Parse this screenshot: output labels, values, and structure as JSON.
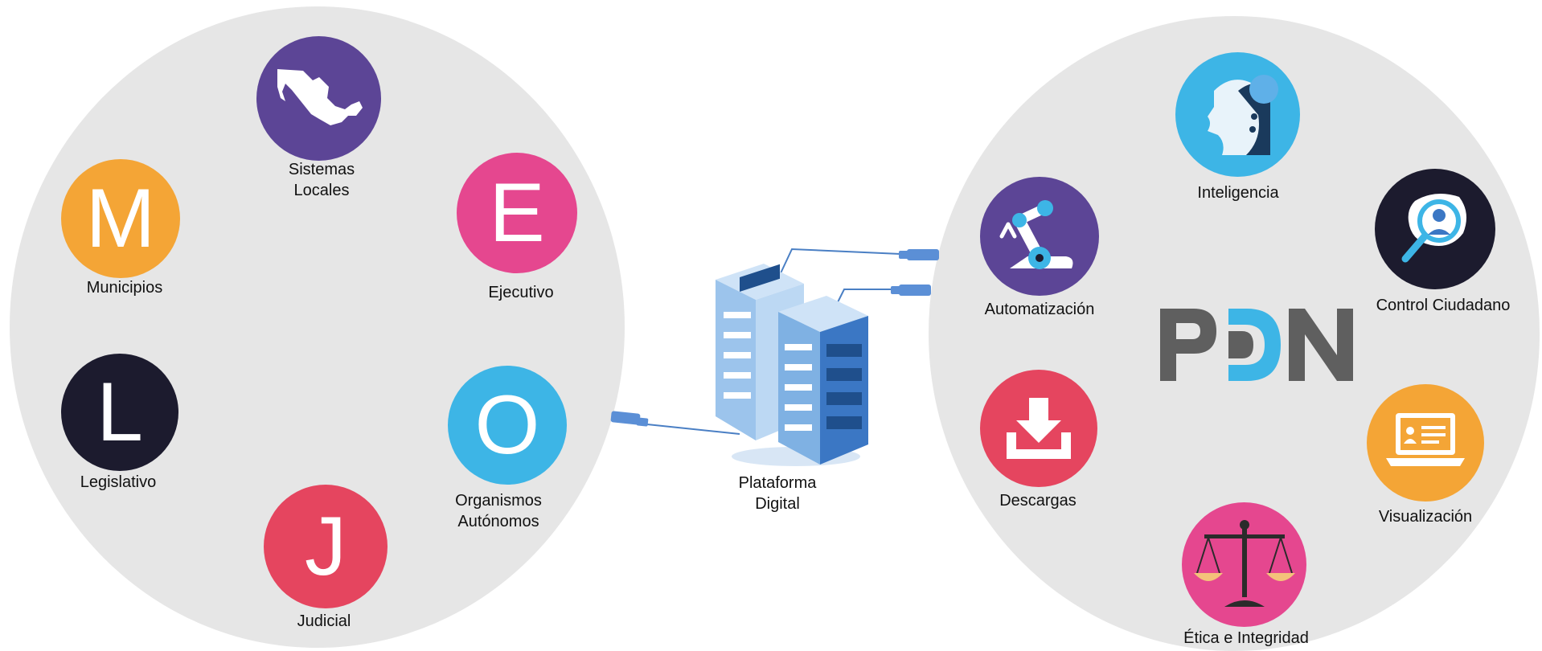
{
  "left_group": {
    "nodes": [
      {
        "id": "sistemas-locales",
        "label": "Sistemas\nLocales",
        "color": "#5c4596",
        "icon": "mexico-map-icon"
      },
      {
        "id": "municipios",
        "letter": "M",
        "label": "Municipios",
        "color": "#f4a536"
      },
      {
        "id": "ejecutivo",
        "letter": "E",
        "label": "Ejecutivo",
        "color": "#e5478f"
      },
      {
        "id": "legislativo",
        "letter": "L",
        "label": "Legislativo",
        "color": "#1c1b2e"
      },
      {
        "id": "organismos",
        "letter": "O",
        "label": "Organismos\nAutónomos",
        "color": "#3db5e6"
      },
      {
        "id": "judicial",
        "letter": "J",
        "label": "Judicial",
        "color": "#e5455f"
      }
    ]
  },
  "center": {
    "label": "Plataforma\nDigital",
    "icon": "server-rack-icon"
  },
  "right_group": {
    "logo": {
      "left": "P",
      "right": "N",
      "accent": "#3db5e6",
      "gray": "#5f5f5f"
    },
    "nodes": [
      {
        "id": "inteligencia",
        "label": "Inteligencia",
        "color": "#3db5e6",
        "icon": "ai-head-icon"
      },
      {
        "id": "automatizacion",
        "label": "Automatización",
        "color": "#5c4596",
        "icon": "robot-arm-icon"
      },
      {
        "id": "control",
        "label": "Control Ciudadano",
        "color": "#1c1b2e",
        "icon": "magnifier-person-icon"
      },
      {
        "id": "descargas",
        "label": "Descargas",
        "color": "#e5455f",
        "icon": "download-icon"
      },
      {
        "id": "visualizacion",
        "label": "Visualización",
        "color": "#f4a536",
        "icon": "laptop-card-icon"
      },
      {
        "id": "etica",
        "label": "Ética e Integridad",
        "color": "#e5478f",
        "icon": "scales-icon"
      }
    ]
  }
}
